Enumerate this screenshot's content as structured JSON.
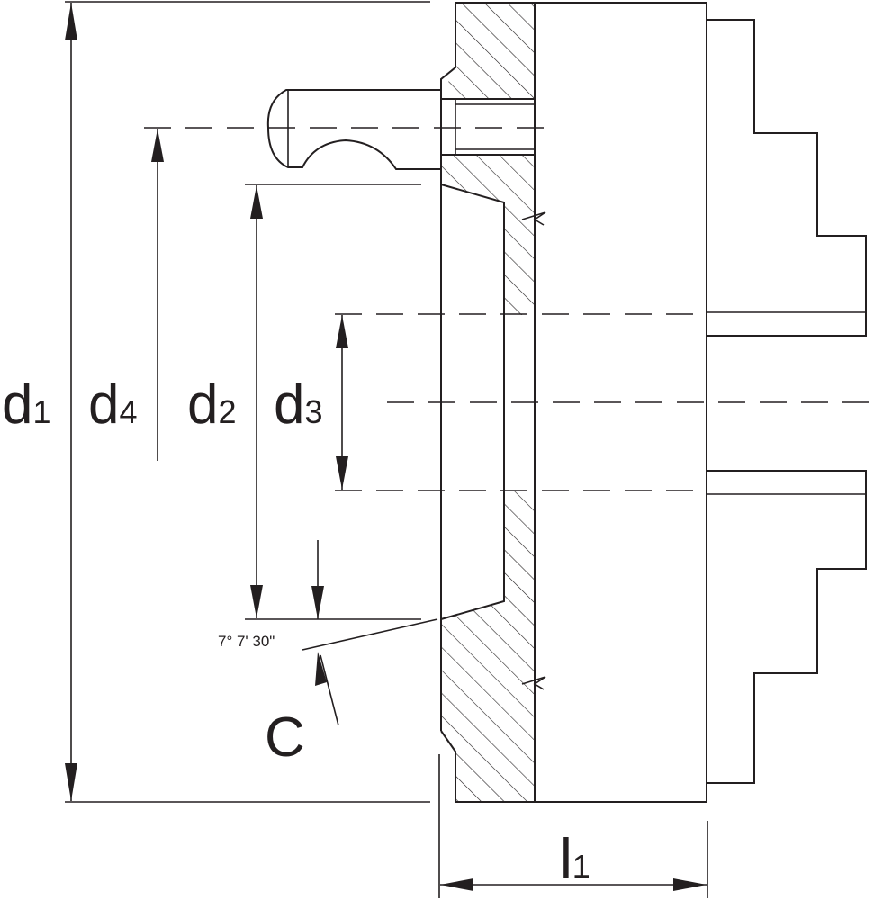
{
  "drawing": {
    "labels": {
      "d1": {
        "main": "d",
        "sub": "1"
      },
      "d4": {
        "main": "d",
        "sub": "4"
      },
      "d2": {
        "main": "d",
        "sub": "2"
      },
      "d3": {
        "main": "d",
        "sub": "3"
      },
      "l1": {
        "main": "l",
        "sub": "1"
      },
      "c": "C",
      "angle": "7° 7' 30\""
    },
    "colors": {
      "line": "#231f20",
      "background": "#ffffff"
    }
  }
}
